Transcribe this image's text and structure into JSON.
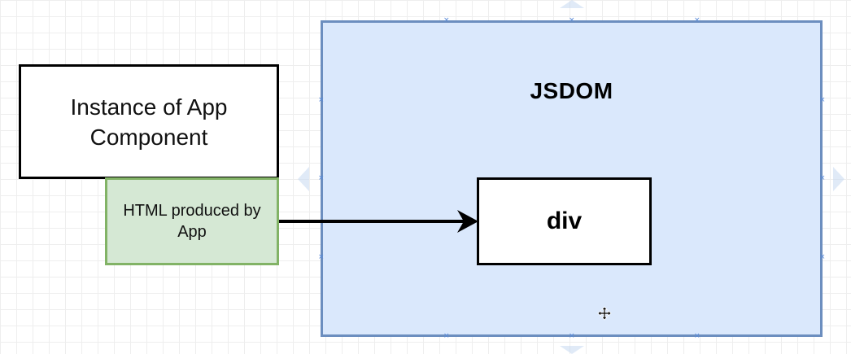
{
  "diagram": {
    "jsdom_container": {
      "title": "JSDOM"
    },
    "instance_box": {
      "label": "Instance of App Component"
    },
    "html_box": {
      "label": "HTML produced by App"
    },
    "div_box": {
      "label": "div"
    }
  },
  "colors": {
    "container_fill": "#dae8fc",
    "container_stroke": "#6c8ebf",
    "html_fill": "#d5e8d4",
    "html_stroke": "#82b366",
    "selection_handle": "#5b8bd9"
  },
  "icons": {
    "cursor": "move-cursor-icon",
    "selection_handles": "selection-handle-icon",
    "connection_arrows": "chevron-icon"
  }
}
